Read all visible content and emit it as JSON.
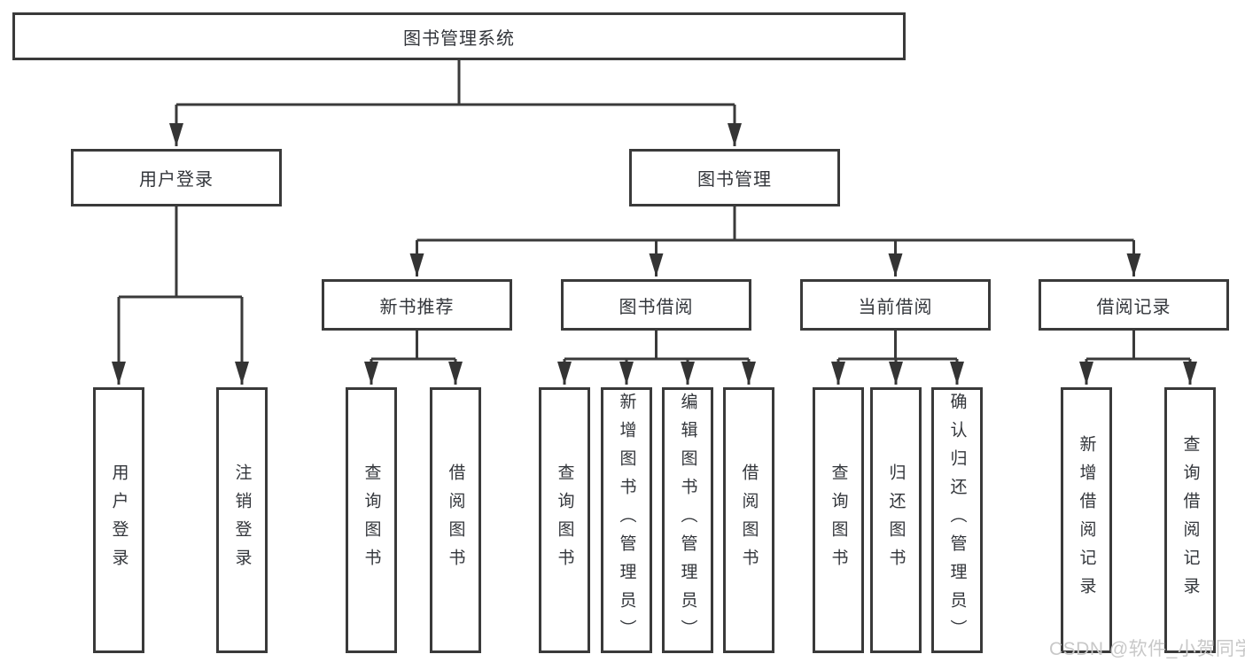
{
  "diagram": {
    "root": "图书管理系统",
    "branches": [
      {
        "label": "用户登录",
        "children": [
          "用户登录",
          "注销登录"
        ]
      },
      {
        "label": "图书管理",
        "children": [
          {
            "label": "新书推荐",
            "children": [
              "查询图书",
              "借阅图书"
            ]
          },
          {
            "label": "图书借阅",
            "children": [
              "查询图书",
              "新增图书（管理员）",
              "编辑图书（管理员）",
              "借阅图书"
            ]
          },
          {
            "label": "当前借阅",
            "children": [
              "查询图书",
              "归还图书",
              "确认归还（管理员）"
            ]
          },
          {
            "label": "借阅记录",
            "children": [
              "新增借阅记录",
              "查询借阅记录"
            ]
          }
        ]
      }
    ]
  },
  "watermark": {
    "text": "CSDN @软件_小贺同学"
  },
  "colors": {
    "line": "#3a3a3a",
    "arrow": "#343434",
    "text": "#33363b",
    "box_background": "#ffffff",
    "watermark": "#c8c8c8"
  }
}
